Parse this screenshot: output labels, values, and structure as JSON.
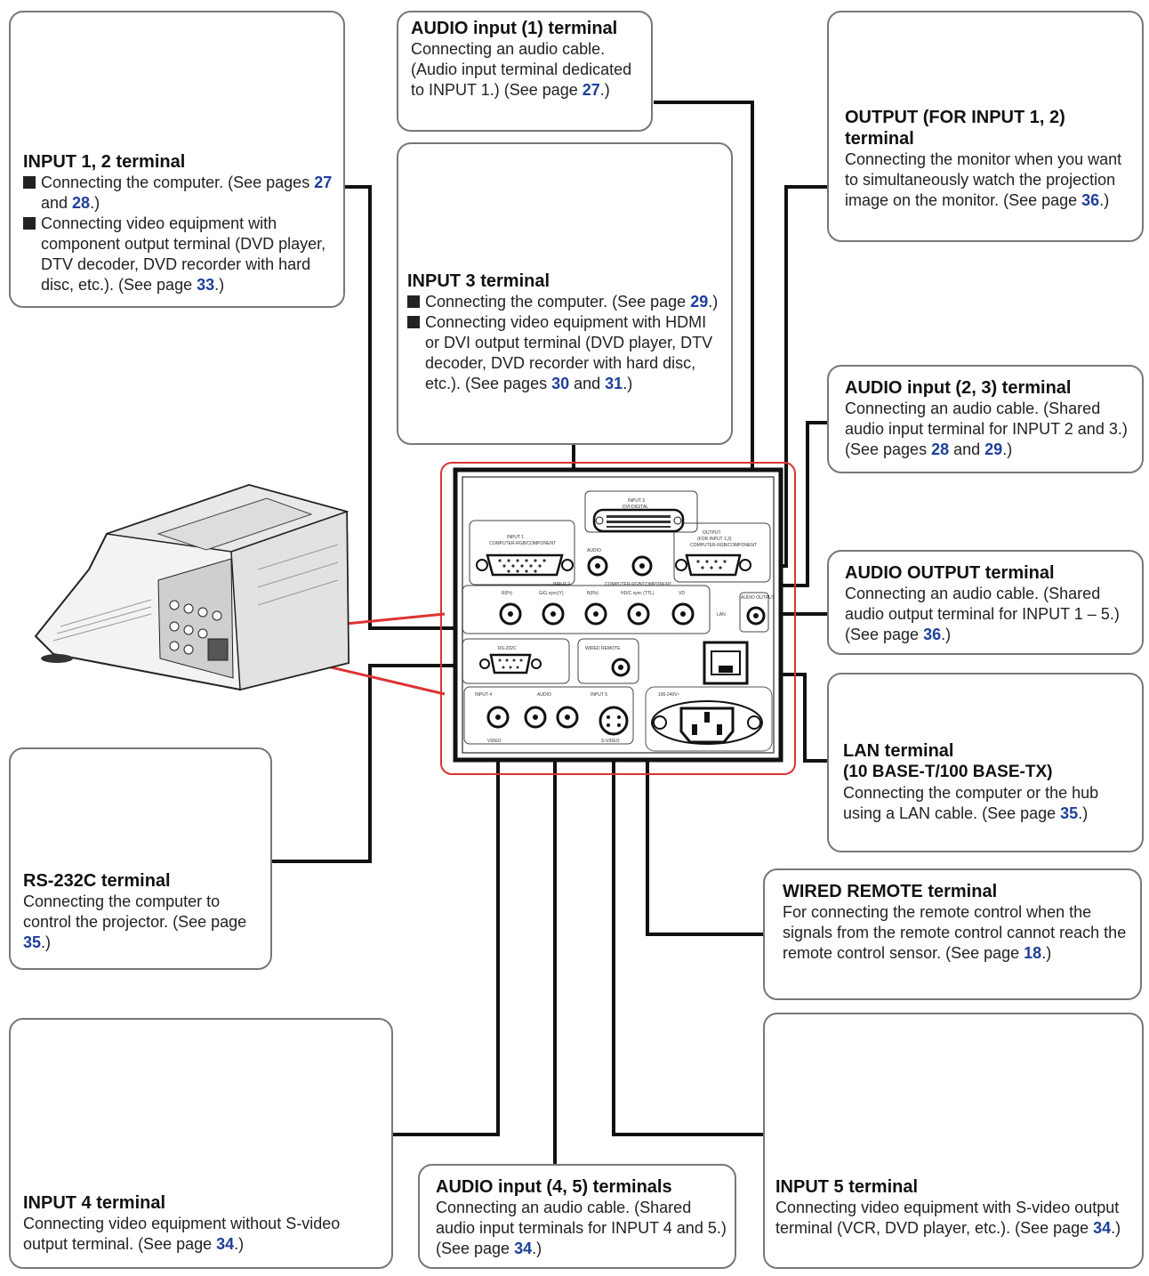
{
  "input12": {
    "title": "INPUT 1, 2 terminal",
    "b1a": "Connecting the computer. (See pages ",
    "b1p1": "27",
    "b1b": " and ",
    "b1p2": "28",
    "b1c": ".)",
    "b2a": "Connecting video equipment with component output terminal (DVD player, DTV decoder, DVD recorder with hard disc, etc.). (See page ",
    "b2p": "33",
    "b2b": ".)"
  },
  "audio1": {
    "title": "AUDIO input (1) terminal",
    "a": "Connecting an audio cable. (Audio input terminal dedicated to INPUT 1.) (See page ",
    "p": "27",
    "b": ".)"
  },
  "output": {
    "title": "OUTPUT (FOR INPUT 1, 2) terminal",
    "a": "Connecting the monitor when you want to simultaneously watch the projection image on the monitor. (See page ",
    "p": "36",
    "b": ".)"
  },
  "input3": {
    "title": "INPUT 3 terminal",
    "b1a": "Connecting the computer. (See page ",
    "b1p": "29",
    "b1b": ".)",
    "b2a": "Connecting video equipment with HDMI or DVI output terminal (DVD player, DTV decoder, DVD recorder with hard disc, etc.). (See pages ",
    "b2p1": "30",
    "b2b": " and ",
    "b2p2": "31",
    "b2c": ".)"
  },
  "audio23": {
    "title": "AUDIO input (2, 3) terminal",
    "a": "Connecting an audio cable. (Shared audio input terminal for INPUT 2 and 3.) (See pages ",
    "p1": "28",
    "b": " and ",
    "p2": "29",
    "c": ".)"
  },
  "audioout": {
    "title": "AUDIO OUTPUT terminal",
    "a": "Connecting an audio cable. (Shared audio output terminal for INPUT 1 – 5.) (See page ",
    "p": "36",
    "b": ".)"
  },
  "lan": {
    "title1": "LAN terminal",
    "title2": "(10 BASE-T/100 BASE-TX)",
    "a": "Connecting the computer or the hub using a LAN cable. (See page ",
    "p": "35",
    "b": ".)"
  },
  "rs232": {
    "title": "RS-232C terminal",
    "a": "Connecting the computer to control the projector. (See page ",
    "p": "35",
    "b": ".)"
  },
  "wired": {
    "title": "WIRED REMOTE terminal",
    "a": "For connecting the remote control when the signals from the remote control cannot reach the remote control sensor. (See page ",
    "p": "18",
    "b": ".)"
  },
  "input4": {
    "title": "INPUT 4 terminal",
    "a": "Connecting video equipment without S-video output terminal. (See page ",
    "p": "34",
    "b": ".)"
  },
  "audio45": {
    "title": "AUDIO input (4, 5) terminals",
    "a": "Connecting an audio cable. (Shared audio input terminals for INPUT 4 and 5.) (See page ",
    "p": "34",
    "b": ".)"
  },
  "input5": {
    "title": "INPUT 5 terminal",
    "a": "Connecting video equipment with S-video output terminal (VCR, DVD player, etc.). (See page ",
    "p": "34",
    "b": ".)"
  },
  "panel": {
    "input3": "INPUT 3",
    "dvi": "DVI-DIGITAL",
    "input1": "INPUT 1",
    "input1sub": "COMPUTER-RGB/COMPONENT",
    "audio": "AUDIO",
    "output1": "OUTPUT",
    "output2": "(FOR INPUT 1,2)",
    "output3": "COMPUTER-RGB/COMPONENT",
    "input2": "INPUT 2",
    "input2sub": "COMPUTER-RGB/COMPONENT",
    "r": "R(Pr)",
    "g": "G/G sync(Y)",
    "b": "B(Pb)",
    "hd": "HD/C sync (TTL)",
    "vd": "VD",
    "audioout": "AUDIO OUTPUT",
    "lan": "LAN",
    "rs232": "RS-232C",
    "wired": "WIRED REMOTE",
    "input4": "INPUT 4",
    "audio2": "AUDIO",
    "input5": "INPUT 5",
    "video": "VIDEO",
    "svideo": "S-VIDEO",
    "power": "100-240V~"
  }
}
